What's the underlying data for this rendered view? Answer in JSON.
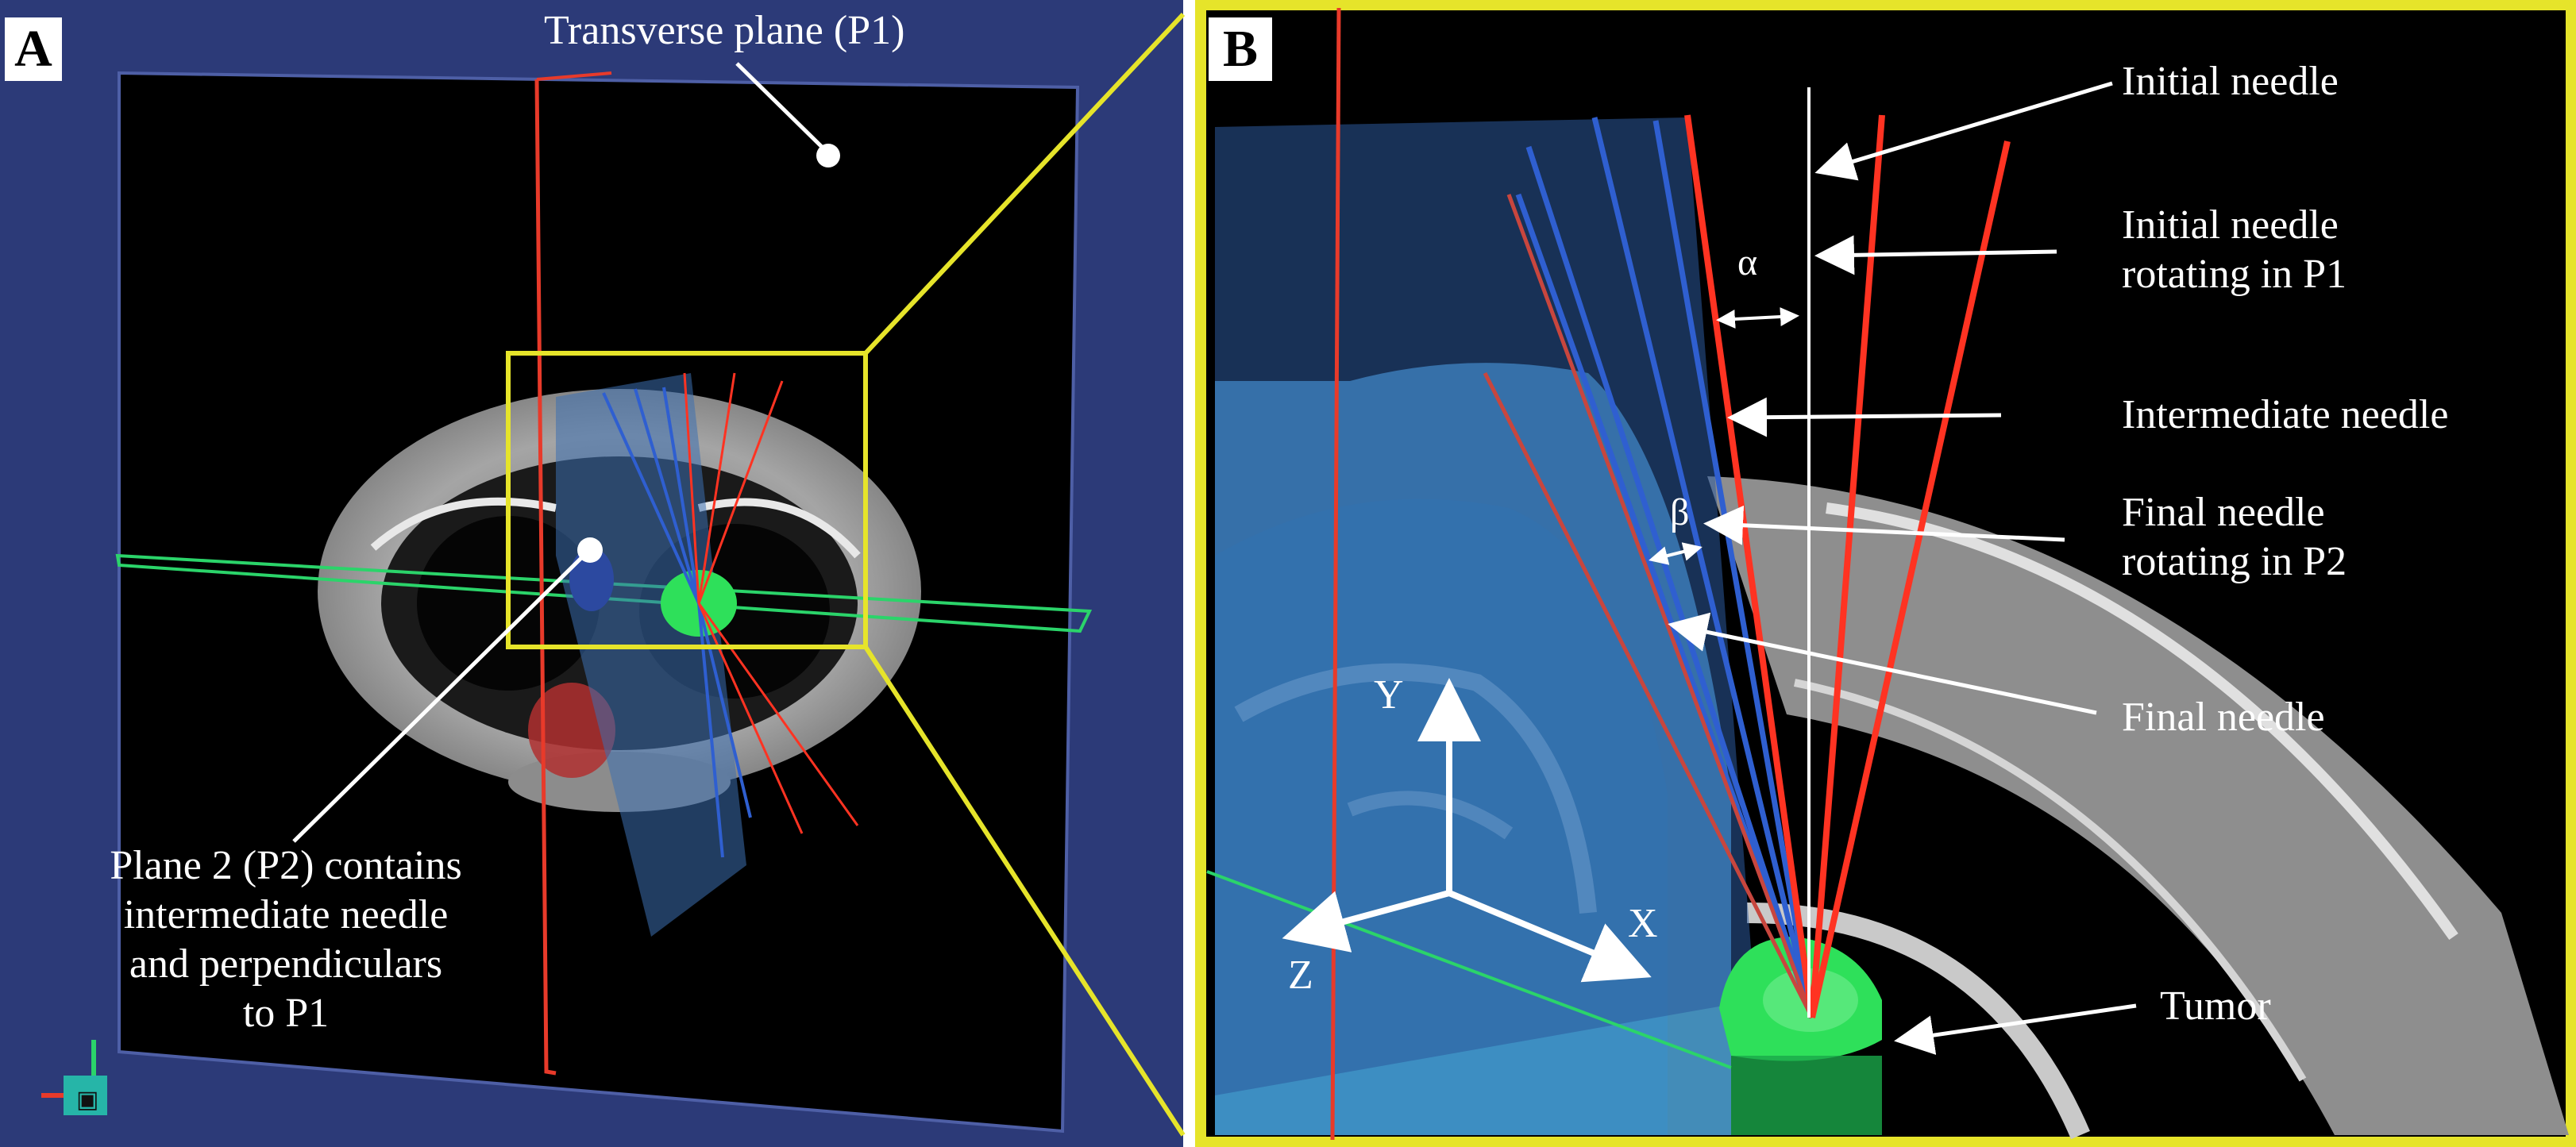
{
  "panels": [
    {
      "letter": "A"
    },
    {
      "letter": "B"
    }
  ],
  "panel_a": {
    "title": "Transverse plane (P1)",
    "p2_lines": [
      "Plane 2 (P2) contains",
      "intermediate needle",
      "and perpendiculars",
      "to P1"
    ]
  },
  "panel_b": {
    "initial_needle": "Initial needle",
    "rotating_p1": [
      "Initial needle",
      "rotating in P1"
    ],
    "intermediate": "Intermediate needle",
    "rotating_p2": [
      "Final needle",
      "rotating in P2"
    ],
    "final_needle": "Final needle",
    "tumor": "Tumor",
    "alpha": "α",
    "beta": "β",
    "axes": {
      "y": "Y",
      "x": "X",
      "z": "Z"
    }
  },
  "colors": {
    "panel_a_background": "#2c3a78",
    "plane_black": "#000000",
    "red_plane": "#e83a2a",
    "green_plane": "#2bd46a",
    "highlight_box": "#e6e42a",
    "p2_plane": "#3d6fb0",
    "ct_gray": "#9a9a9a",
    "tumor_green": "#2ee05a",
    "blue_needle": "#2f5fd0",
    "red_needle": "#ff3322",
    "annotation": "#ffffff"
  }
}
